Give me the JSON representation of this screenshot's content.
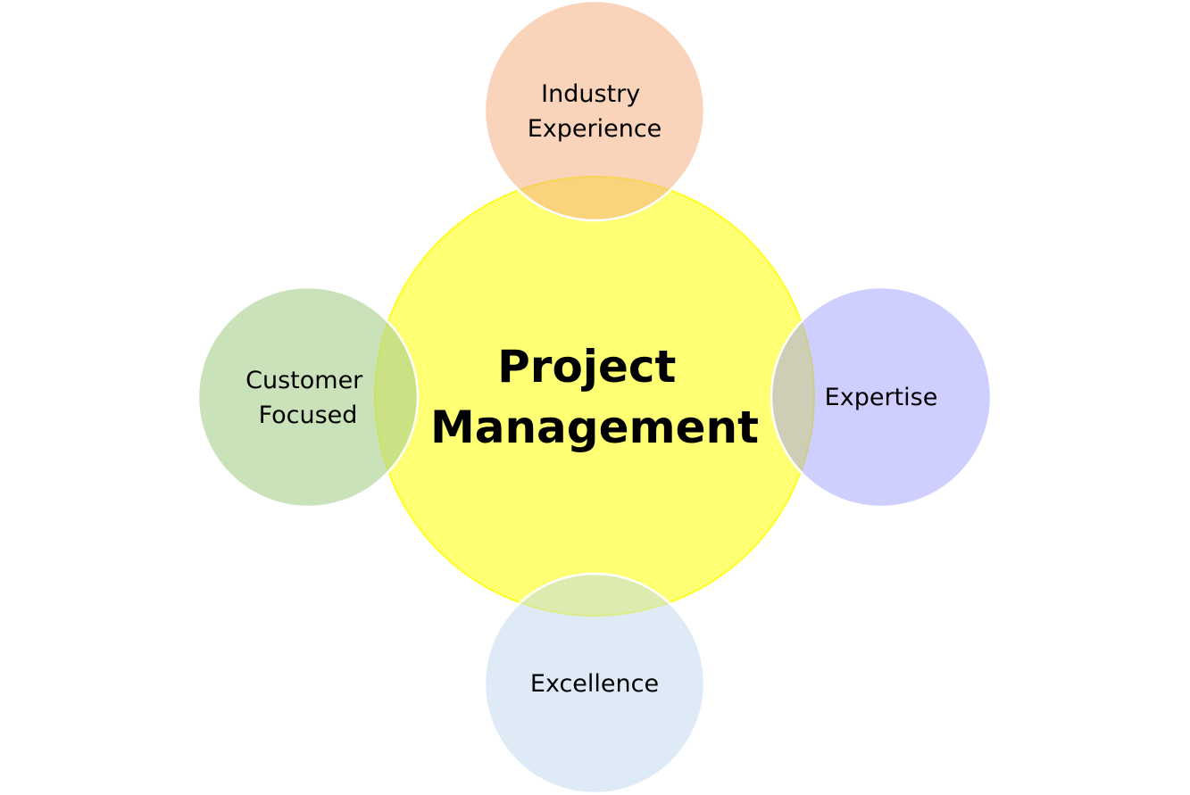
{
  "diagram": {
    "center": {
      "lines": [
        "Project",
        "Management"
      ],
      "color": "#FFFF00"
    },
    "satellites": [
      {
        "id": "top",
        "lines": [
          "Industry",
          "Experience"
        ],
        "color": "#F4B183"
      },
      {
        "id": "left",
        "lines": [
          "Customer",
          "Focused"
        ],
        "color": "#A9D18E"
      },
      {
        "id": "right",
        "lines": [
          "Expertise"
        ],
        "color": "#9999FF"
      },
      {
        "id": "bottom",
        "lines": [
          "Excellence"
        ],
        "color": "#BDD7EE"
      }
    ]
  }
}
